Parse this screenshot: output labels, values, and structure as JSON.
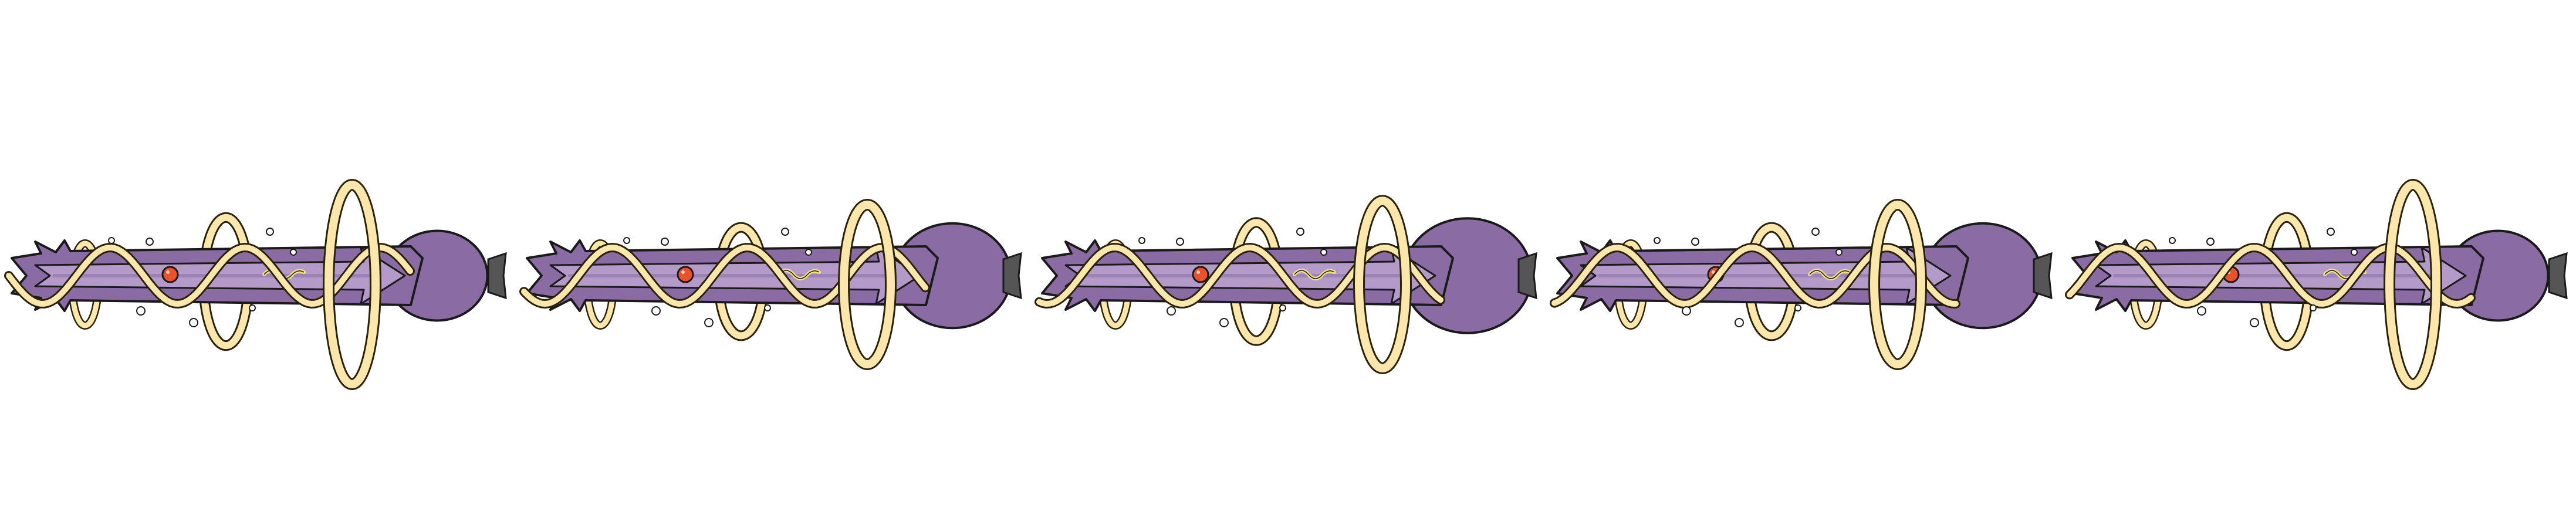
{
  "sprite_sheet": {
    "frame_count": 5,
    "frames": [
      {
        "index": 1,
        "big_ring_scale": 1.0,
        "mid_ring_scale": 0.78,
        "bulb_scale": 0.9,
        "wave_phase": 0.0
      },
      {
        "index": 2,
        "big_ring_scale": 0.8,
        "mid_ring_scale": 0.66,
        "bulb_scale": 1.05,
        "wave_phase": 0.6
      },
      {
        "index": 3,
        "big_ring_scale": 0.84,
        "mid_ring_scale": 0.72,
        "bulb_scale": 1.15,
        "wave_phase": 1.2
      },
      {
        "index": 4,
        "big_ring_scale": 0.8,
        "mid_ring_scale": 0.66,
        "bulb_scale": 1.05,
        "wave_phase": 1.8
      },
      {
        "index": 5,
        "big_ring_scale": 1.0,
        "mid_ring_scale": 0.78,
        "bulb_scale": 0.9,
        "wave_phase": 2.4
      }
    ],
    "palette": {
      "beam_dark": "#8a6ba4",
      "beam_light": "#b39ac8",
      "beam_mid": "#9d82b6",
      "outline": "#1a1a1a",
      "ring_fill": "#fbe7ab",
      "ring_outline": "#2a2208",
      "core_red": "#e8522c",
      "tip_gray": "#555555",
      "spark_yellow": "#f4e27a"
    },
    "icons": [
      "energy-beam-icon",
      "helix-icon",
      "ring-icon",
      "core-icon"
    ]
  }
}
